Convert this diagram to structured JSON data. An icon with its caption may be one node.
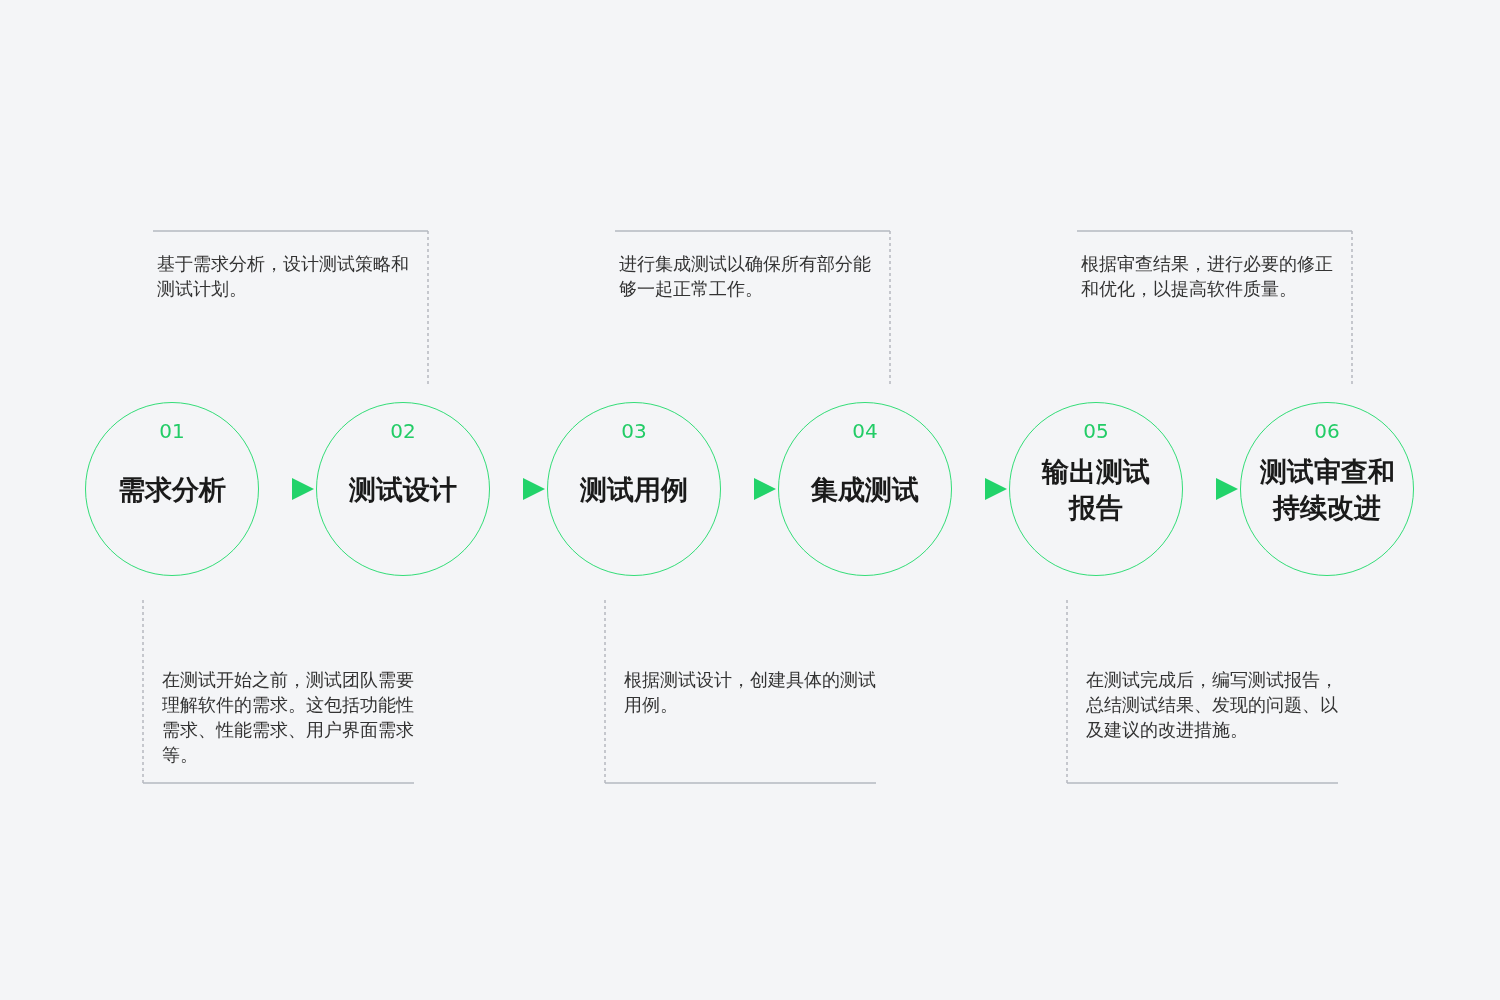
{
  "diagram": {
    "nodes": [
      {
        "text": [
          "01",
          "需求分析"
        ]
      },
      {
        "text": [
          "02",
          "测试设计"
        ]
      },
      {
        "text": [
          "03",
          "测试用例"
        ]
      },
      {
        "text": [
          "04",
          "集成测试"
        ]
      },
      {
        "text": [
          "05",
          "输出测试报告"
        ]
      },
      {
        "text": [
          "06",
          "测试审查和持续改进"
        ]
      }
    ],
    "edges": [
      {
        "from": 0,
        "to": 1,
        "arrow": "to"
      },
      {
        "from": 1,
        "to": 2,
        "arrow": "to"
      },
      {
        "from": 2,
        "to": 3,
        "arrow": "to"
      },
      {
        "from": 3,
        "to": 4,
        "arrow": "to"
      },
      {
        "from": 4,
        "to": 5,
        "arrow": "to"
      }
    ],
    "labels": [
      "基于需求分析，设计测试策略和测试计划。",
      "进行集成测试以确保所有部分能够一起正常工作。",
      "根据审查结果，进行必要的修正和优化，以提高软件质量。",
      "在测试开始之前，测试团队需要理解软件的需求。这包括功能性需求、性能需求、用户界面需求等。",
      "根据测试设计，创建具体的测试用例。",
      "在测试完成后，编写测试报告，总结测试结果、发现的问题、以及建议的改进措施。"
    ]
  }
}
